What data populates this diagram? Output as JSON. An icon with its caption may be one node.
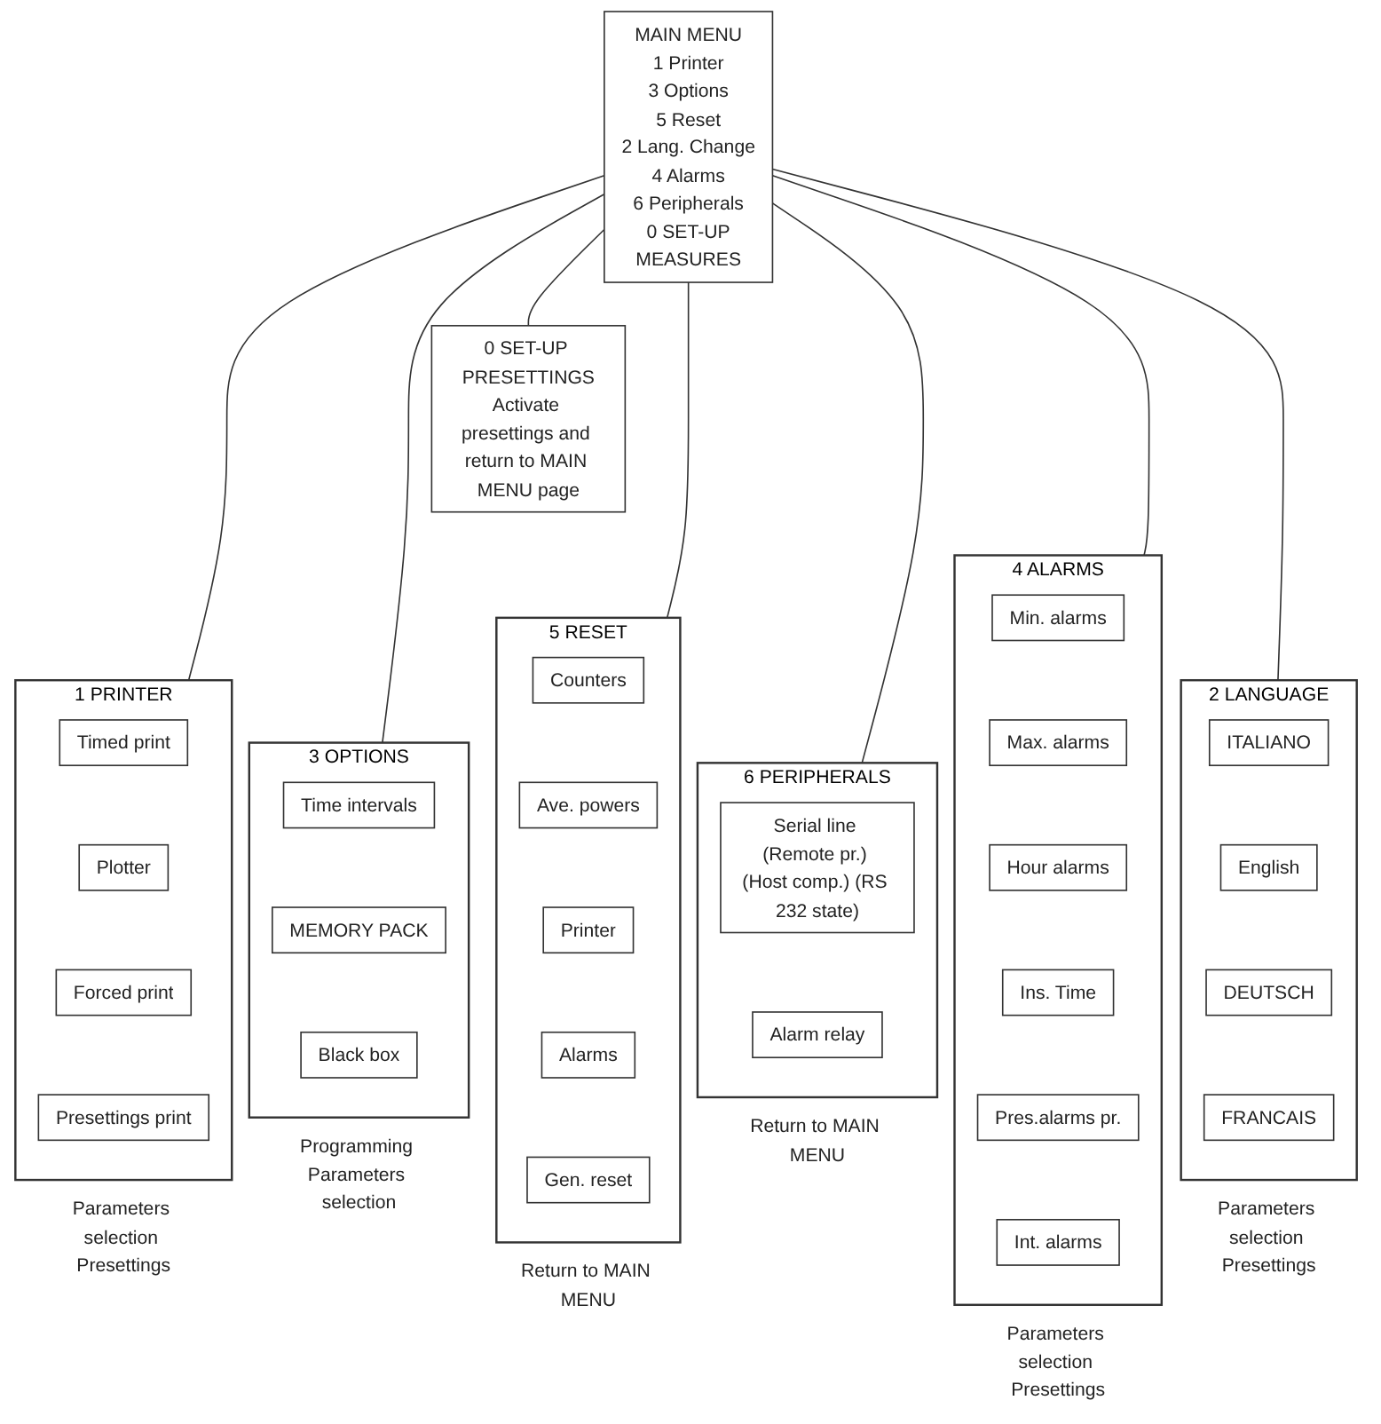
{
  "diagram": {
    "nodes": [
      {
        "text": [
          "MAIN MENU",
          "1 Printer",
          "3 Options",
          "5 Reset",
          "2 Lang. Change",
          "4 Alarms",
          "6 Peripherals",
          "0 SET-UP",
          "MEASURES"
        ]
      },
      {
        "text": [
          "0 SET-UP PRESETTINGS",
          "Activate presettings and return to MAIN MENU page"
        ]
      },
      {
        "text": [
          "1 PRINTER"
        ],
        "beside": [
          "Parameters selection Presettings"
        ]
      },
      {
        "text": [
          "Timed print"
        ],
        "in": 2
      },
      {
        "text": [
          "Plotter"
        ],
        "in": 2
      },
      {
        "text": [
          "Forced print"
        ],
        "in": 2
      },
      {
        "text": [
          "Presettings print"
        ],
        "in": 2
      },
      {
        "text": [
          "3 OPTIONS"
        ],
        "beside": [
          "Programming Parameters selection"
        ]
      },
      {
        "text": [
          "Time intervals"
        ],
        "in": 7
      },
      {
        "text": [
          "MEMORY PACK"
        ],
        "in": 7
      },
      {
        "text": [
          "Black box"
        ],
        "in": 7
      },
      {
        "text": [
          "5 RESET"
        ],
        "beside": [
          "Return to MAIN MENU"
        ]
      },
      {
        "text": [
          "Counters"
        ],
        "in": 11
      },
      {
        "text": [
          "Ave. powers"
        ],
        "in": 11
      },
      {
        "text": [
          "Printer"
        ],
        "in": 11
      },
      {
        "text": [
          "Alarms"
        ],
        "in": 11
      },
      {
        "text": [
          "Gen. reset"
        ],
        "in": 11
      },
      {
        "text": [
          "6 PERIPHERALS"
        ],
        "beside": [
          "Return to MAIN MENU"
        ]
      },
      {
        "text": [
          "Serial line (Remote pr.) (Host comp.) (RS 232 state)"
        ],
        "in": 17
      },
      {
        "text": [
          "Alarm relay"
        ],
        "in": 17
      },
      {
        "text": [
          "4 ALARMS"
        ],
        "beside": [
          "Parameters selection Presettings"
        ]
      },
      {
        "text": [
          "Min. alarms"
        ],
        "in": 20
      },
      {
        "text": [
          "Max. alarms"
        ],
        "in": 20
      },
      {
        "text": [
          "Hour alarms"
        ],
        "in": 20
      },
      {
        "text": [
          "Ins. Time"
        ],
        "in": 20
      },
      {
        "text": [
          "Pres.alarms pr."
        ],
        "in": 20
      },
      {
        "text": [
          "Int. alarms"
        ],
        "in": 20
      },
      {
        "text": [
          "2 LANGUAGE"
        ],
        "beside": [
          "Parameters selection Presettings"
        ]
      },
      {
        "text": [
          "ITALIANO"
        ],
        "in": 27
      },
      {
        "text": [
          "English"
        ],
        "in": 27
      },
      {
        "text": [
          "DEUTSCH"
        ],
        "in": 27
      },
      {
        "text": [
          "FRANCAIS"
        ],
        "in": 27
      }
    ],
    "edges": [
      {
        "from": 0,
        "to": 1,
        "arrow": "none"
      },
      {
        "from": 0,
        "to": 2,
        "arrow": "none"
      },
      {
        "from": 0,
        "to": 7,
        "arrow": "none"
      },
      {
        "from": 0,
        "to": 11,
        "arrow": "none"
      },
      {
        "from": 0,
        "to": 17,
        "arrow": "none"
      },
      {
        "from": 0,
        "to": 20,
        "arrow": "none"
      },
      {
        "from": 0,
        "to": 27,
        "arrow": "none"
      }
    ]
  }
}
